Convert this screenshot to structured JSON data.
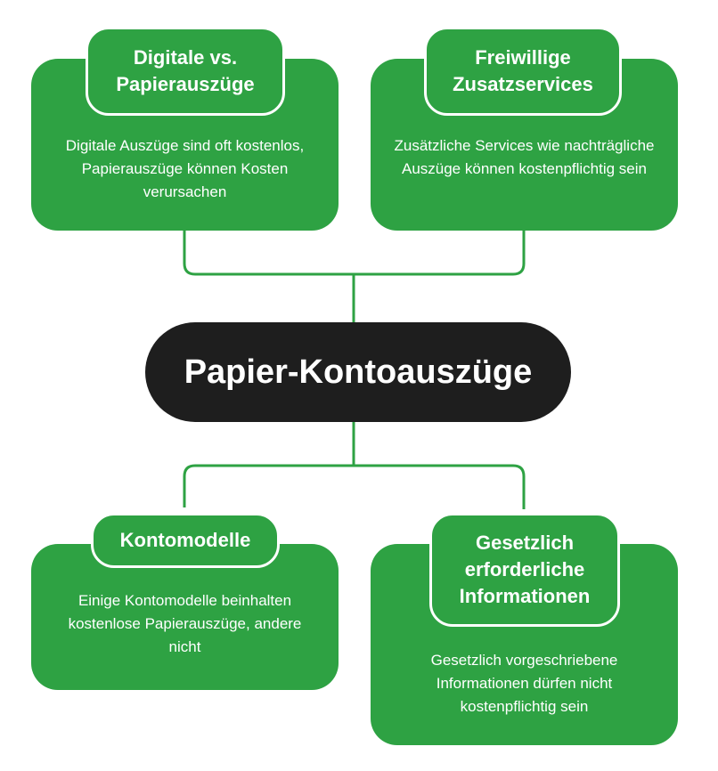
{
  "center": {
    "title": "Papier-Kontoauszüge"
  },
  "cards": [
    {
      "title": "Digitale vs. Papierauszüge",
      "text": "Digitale Auszüge sind oft kostenlos, Papierauszüge können Kosten verursachen"
    },
    {
      "title": "Freiwillige Zusatzservices",
      "text": "Zusätzliche Services wie nachträgliche Auszüge können kostenpflichtig sein"
    },
    {
      "title": "Kontomodelle",
      "text": "Einige Kontomodelle beinhalten kostenlose Papierauszüge, andere nicht"
    },
    {
      "title": "Gesetzlich erforderliche Informationen",
      "text": "Gesetzlich vorgeschriebene Informationen dürfen nicht kostenpflichtig sein"
    }
  ],
  "colors": {
    "card": "#2ea243",
    "center": "#1e1e1e",
    "connector": "#2ea243"
  }
}
